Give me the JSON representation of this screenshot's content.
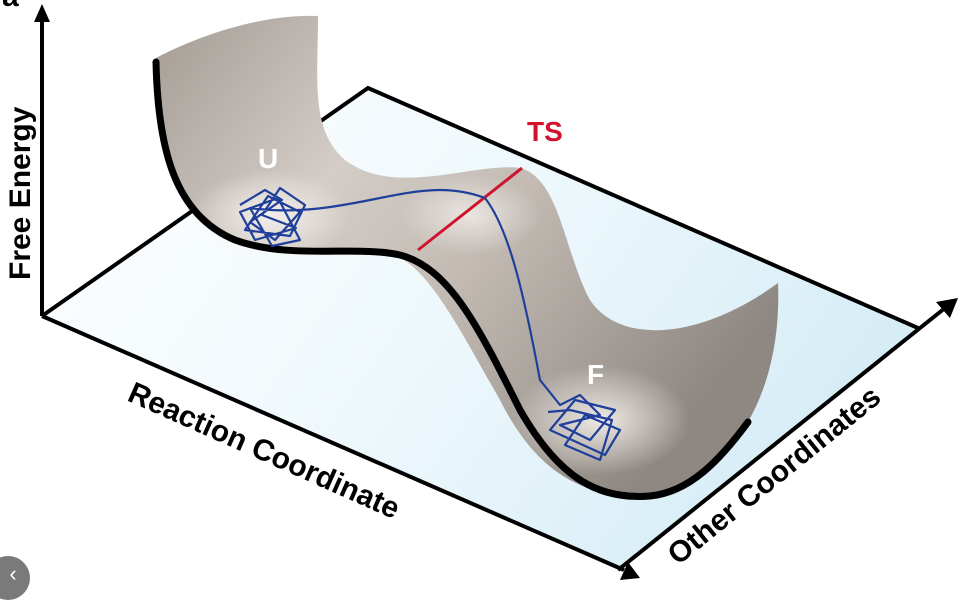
{
  "figure": {
    "panel_label": "a",
    "y_axis_label": "Free Energy",
    "x_axis_label": "Reaction Coordinate",
    "z_axis_label": "Other Coordinates",
    "state_unfolded": "U",
    "state_folded": "F",
    "transition_state": "TS"
  },
  "colors": {
    "surface": "#bdb5ae",
    "floor": "#e3f2f9",
    "trajectory": "#1f3f9a",
    "transition_line": "#d0122c",
    "axis": "#000000"
  },
  "icons": {
    "nav_button": "chevron-left-icon",
    "nav_glyph": "‹"
  }
}
